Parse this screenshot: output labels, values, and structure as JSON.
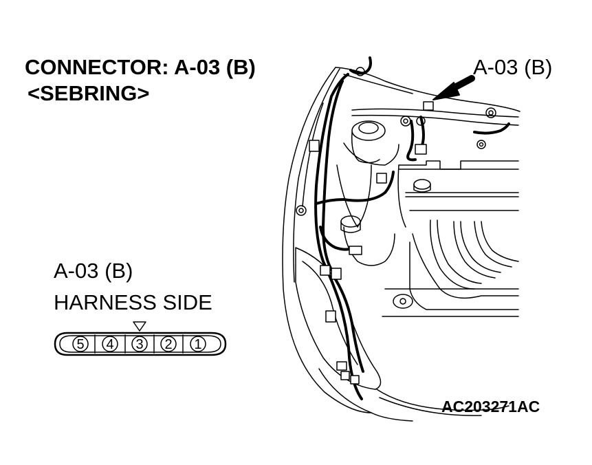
{
  "title": {
    "line1": "CONNECTOR: A-03 (B)",
    "line2": "<SEBRING>"
  },
  "callout": {
    "label": "A-03 (B)"
  },
  "connector": {
    "name": "A-03 (B)",
    "side": "HARNESS SIDE",
    "pins": [
      "5",
      "4",
      "3",
      "2",
      "1"
    ]
  },
  "figure_code": "AC203271AC",
  "colors": {
    "line": "#000000",
    "background": "#ffffff"
  }
}
